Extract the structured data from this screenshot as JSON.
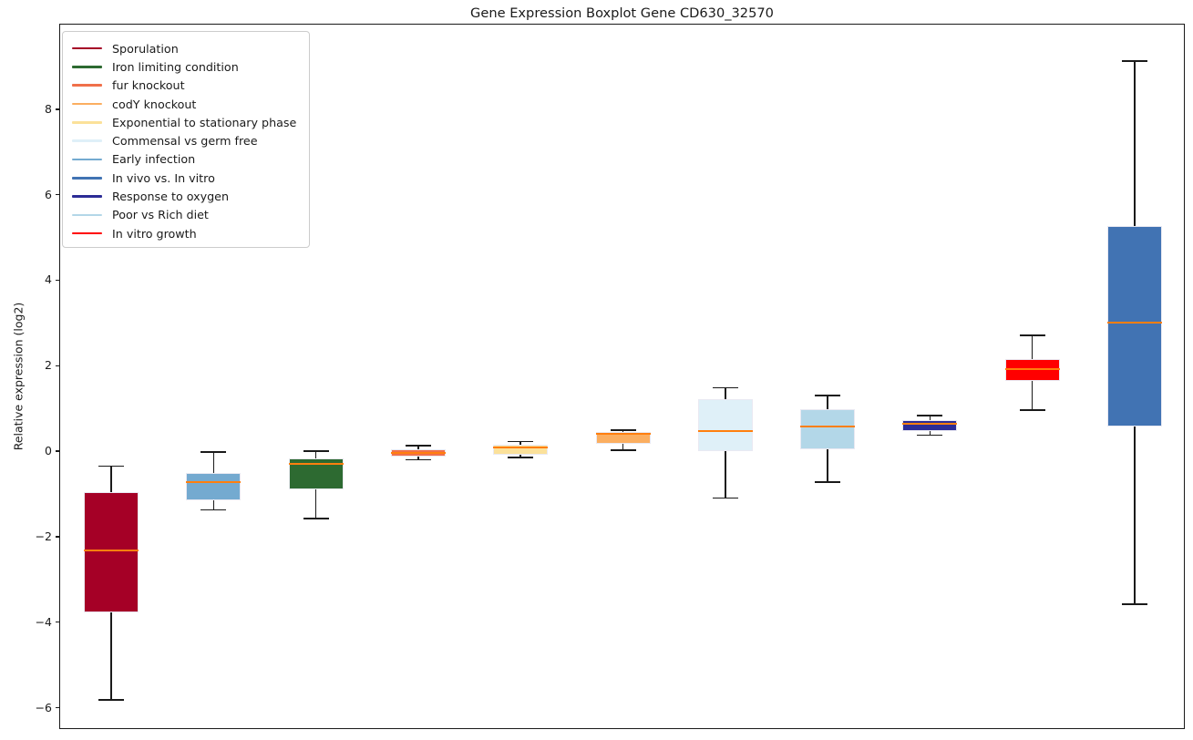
{
  "title": "Gene Expression Boxplot Gene CD630_32570",
  "y_axis": {
    "label": "Relative expression (log2)",
    "ticks": [
      {
        "value": 8,
        "label": "8"
      },
      {
        "value": 6,
        "label": "6"
      },
      {
        "value": 4,
        "label": "4"
      },
      {
        "value": 2,
        "label": "2"
      },
      {
        "value": 0,
        "label": "0"
      },
      {
        "value": -2,
        "label": "−2"
      },
      {
        "value": -4,
        "label": "−4"
      },
      {
        "value": -6,
        "label": "−6"
      }
    ]
  },
  "legend": {
    "items": [
      {
        "label": "Sporulation",
        "color": "#a50026"
      },
      {
        "label": "Iron limiting condition",
        "color": "#2d6a31"
      },
      {
        "label": "fur knockout",
        "color": "#f0704a"
      },
      {
        "label": "codY knockout",
        "color": "#fbae60"
      },
      {
        "label": "Exponential to stationary phase",
        "color": "#fbe19a"
      },
      {
        "label": "Commensal vs germ free",
        "color": "#dff0f8"
      },
      {
        "label": "Early infection",
        "color": "#74aad0"
      },
      {
        "label": "In vivo vs. In vitro",
        "color": "#4173b3"
      },
      {
        "label": "Response to oxygen",
        "color": "#2c2c96"
      },
      {
        "label": "Poor vs Rich diet",
        "color": "#b3d7e8"
      },
      {
        "label": "In vitro growth",
        "color": "#ff0000"
      }
    ]
  },
  "chart_data": {
    "type": "boxplot",
    "title": "Gene Expression Boxplot Gene CD630_32570",
    "xlabel": "",
    "ylabel": "Relative expression (log2)",
    "ylim": [
      -6.5,
      10.0
    ],
    "grid": false,
    "legend_position": "upper left",
    "median_color": "#ff7f0e",
    "whisker_color": "#1a1a1a",
    "series": [
      {
        "name": "Sporulation",
        "color": "#a50026",
        "whisker_low": -5.8,
        "q1": -3.75,
        "median": -2.3,
        "q3": -0.93,
        "whisker_high": -0.33
      },
      {
        "name": "Early infection",
        "color": "#74aad0",
        "whisker_low": -1.35,
        "q1": -1.12,
        "median": -0.7,
        "q3": -0.49,
        "whisker_high": 0.0
      },
      {
        "name": "Iron limiting condition",
        "color": "#2d6a31",
        "whisker_low": -1.55,
        "q1": -0.88,
        "median": -0.28,
        "q3": -0.15,
        "whisker_high": 0.02
      },
      {
        "name": "fur knockout",
        "color": "#f0704a",
        "whisker_low": -0.18,
        "q1": -0.1,
        "median": -0.02,
        "q3": 0.07,
        "whisker_high": 0.15
      },
      {
        "name": "Exponential to stationary phase",
        "color": "#fbe19a",
        "whisker_low": -0.13,
        "q1": -0.06,
        "median": 0.1,
        "q3": 0.17,
        "whisker_high": 0.25
      },
      {
        "name": "codY knockout",
        "color": "#fbae60",
        "whisker_low": 0.04,
        "q1": 0.2,
        "median": 0.42,
        "q3": 0.47,
        "whisker_high": 0.51
      },
      {
        "name": "Commensal vs germ free",
        "color": "#dff0f8",
        "whisker_low": -1.07,
        "q1": 0.02,
        "median": 0.5,
        "q3": 1.24,
        "whisker_high": 1.5
      },
      {
        "name": "Poor vs Rich diet",
        "color": "#b3d7e8",
        "whisker_low": -0.7,
        "q1": 0.06,
        "median": 0.6,
        "q3": 1.0,
        "whisker_high": 1.32
      },
      {
        "name": "Response to oxygen",
        "color": "#2c2c96",
        "whisker_low": 0.4,
        "q1": 0.5,
        "median": 0.67,
        "q3": 0.75,
        "whisker_high": 0.85
      },
      {
        "name": "In vitro growth",
        "color": "#ff0000",
        "whisker_low": 0.98,
        "q1": 1.67,
        "median": 1.95,
        "q3": 2.18,
        "whisker_high": 2.73
      },
      {
        "name": "In vivo vs. In vitro",
        "color": "#4173b3",
        "whisker_low": -3.56,
        "q1": 0.6,
        "median": 3.02,
        "q3": 5.28,
        "whisker_high": 9.15
      }
    ]
  }
}
